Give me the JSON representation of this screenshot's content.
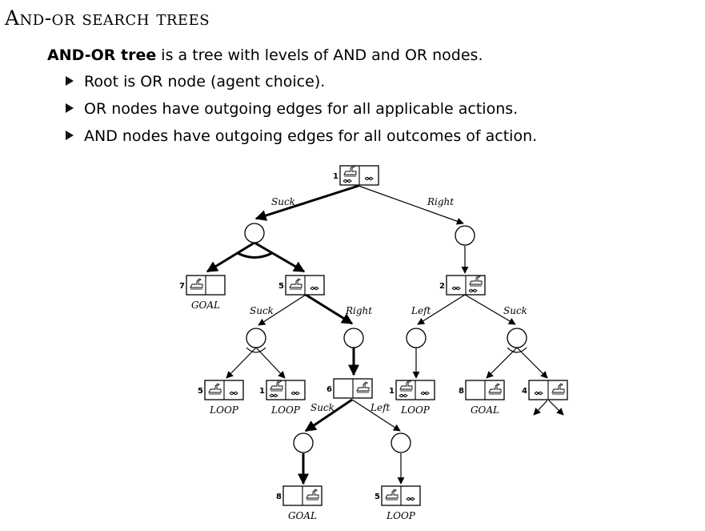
{
  "slide": {
    "title": "And-or search trees",
    "lead_bold": "AND-OR tree",
    "lead_rest": " is a tree with levels of AND and OR nodes.",
    "bullets": [
      "Root is OR node (agent choice).",
      "OR nodes have outgoing edges for all applicable actions.",
      "AND nodes have outgoing edges for all outcomes of action."
    ]
  },
  "diagram": {
    "state_nodes": [
      {
        "id": "s_root",
        "number": "1",
        "left": "robot-dirt",
        "right": "dirt"
      },
      {
        "id": "s_goal7",
        "number": "7",
        "left": "robot",
        "right": "",
        "label": "GOAL"
      },
      {
        "id": "s_5a",
        "number": "5",
        "left": "robot",
        "right": "dirt"
      },
      {
        "id": "s_2",
        "number": "2",
        "left": "dirt",
        "right": "robot-dirt"
      },
      {
        "id": "s_5b",
        "number": "5",
        "left": "robot",
        "right": "dirt",
        "label": "LOOP"
      },
      {
        "id": "s_1b",
        "number": "1",
        "left": "robot-dirt",
        "right": "dirt",
        "label": "LOOP"
      },
      {
        "id": "s_6",
        "number": "6",
        "left": "",
        "right": "robot"
      },
      {
        "id": "s_1c",
        "number": "1",
        "left": "robot-dirt",
        "right": "dirt",
        "label": "LOOP"
      },
      {
        "id": "s_goal8a",
        "number": "8",
        "left": "",
        "right": "robot",
        "label": "GOAL"
      },
      {
        "id": "s_4",
        "number": "4",
        "left": "dirt",
        "right": "robot"
      },
      {
        "id": "s_goal8b",
        "number": "8",
        "left": "",
        "right": "robot",
        "label": "GOAL"
      },
      {
        "id": "s_5c",
        "number": "5",
        "left": "robot",
        "right": "dirt",
        "label": "LOOP"
      }
    ],
    "action_labels": {
      "root_suck": "Suck",
      "root_right": "Right",
      "s5_suck": "Suck",
      "s5_right": "Right",
      "s2_left": "Left",
      "s2_suck": "Suck",
      "s6_suck": "Suck",
      "s6_left": "Left"
    }
  }
}
